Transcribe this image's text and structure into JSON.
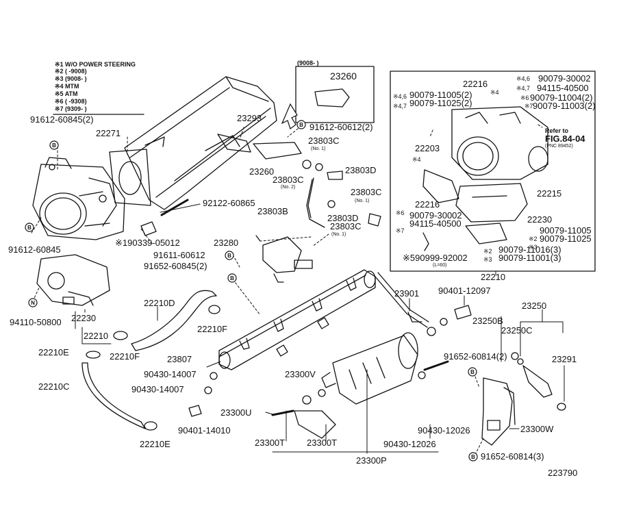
{
  "legend": {
    "lines": [
      "※1 W/O POWER STEERING",
      "※2 (      -9008)",
      "※3 (9008-       )",
      "※4 MTM",
      "※5 ATM",
      "※6 (      -9308)",
      "※7 (9309-       )"
    ]
  },
  "inset_top": {
    "date": "(9008-        )",
    "part": "23260"
  },
  "inset_right": {
    "refer": "Refer to",
    "fig": "FIG.84-04",
    "pnc": "(PNC 89452)",
    "footer": "22210"
  },
  "labels": {
    "p91612_60845_2": "91612-60845(2)",
    "p22271": "22271",
    "p91612_60845": "91612-60845",
    "p90339_05012": "※190339-05012",
    "p94110_50800": "94110-50800",
    "p22230_left": "22230",
    "p22210_left": "22210",
    "p23293": "23293",
    "p91612_60612_2": "91612-60612(2)",
    "p23803C_1": "23803C",
    "p23803C_1_note": "(No. 1)",
    "p23260_main": "23260",
    "p23803C_2": "23803C",
    "p23803C_2_note": "(No. 2)",
    "p23803D_1": "23803D",
    "p23803C_3": "23803C",
    "p23803C_3_note": "(No. 1)",
    "p23803B": "23803B",
    "p23803D_2": "23803D",
    "p23803C_4": "23803C",
    "p23803C_4_note": "(No. 1)",
    "p92122_60865": "92122-60865",
    "p23280": "23280",
    "p91611_60612": "91611-60612",
    "p91652_60845_2": "91652-60845(2)",
    "p22210D": "22210D",
    "p22210F_right": "22210F",
    "p22210F_left": "22210F",
    "p22210E_top": "22210E",
    "p22210C": "22210C",
    "p22210E_bottom": "22210E",
    "p23807": "23807",
    "p90430_14007_a": "90430-14007",
    "p90430_14007_b": "90430-14007",
    "p90401_14010": "90401-14010",
    "p23300V": "23300V",
    "p23300U": "23300U",
    "p23300T_a": "23300T",
    "p23300T_b": "23300T",
    "p23300P": "23300P",
    "p23901": "23901",
    "p90401_12097": "90401-12097",
    "p90430_12026_a": "90430-12026",
    "p90430_12026_b": "90430-12026",
    "p23250": "23250",
    "p23250B": "23250B",
    "p23250C": "23250C",
    "p91652_60814_2": "91652-60814(2)",
    "p23291": "23291",
    "p23300W": "23300W",
    "p91652_60814_3": "91652-60814(3)",
    "figure_number": "223790",
    "r22216_top": "22216",
    "r_s4_6a": "※4,6",
    "r90079_30002": "90079-30002",
    "r_s4_7a": "※4,7",
    "r94115_40500": "94115-40500",
    "r_s4_6b": "※4,6",
    "r90079_11005_2": "90079-11005(2)",
    "r_s4_7b": "※4,7",
    "r90079_11025_2": "90079-11025(2)",
    "r_s4": "※4",
    "r_s6": "※6",
    "r90079_11004_2": "90079-11004(2)",
    "r_s7": "※7",
    "r90079_11003_2": "90079-11003(2)",
    "r22203": "22203",
    "r_s4_b": "※4",
    "r22216_mid": "22216",
    "r22215": "22215",
    "r_s6_b": "※6",
    "r90079_30002_b": "90079-30002",
    "r94115_40500_b": "94115-40500",
    "r_s7_b": "※7",
    "r22230": "22230",
    "r90079_11005": "90079-11005",
    "r_s2": "※2",
    "r90079_11025": "90079-11025",
    "r_s3": "※3",
    "r90999_92002": "※590999-92002",
    "r_l60": "(L=60)",
    "r_s2_b": "※2",
    "r90079_11016_3": "90079-11016(3)",
    "r_s3_b": "※3",
    "r90079_11001_3": "90079-11001(3)"
  }
}
